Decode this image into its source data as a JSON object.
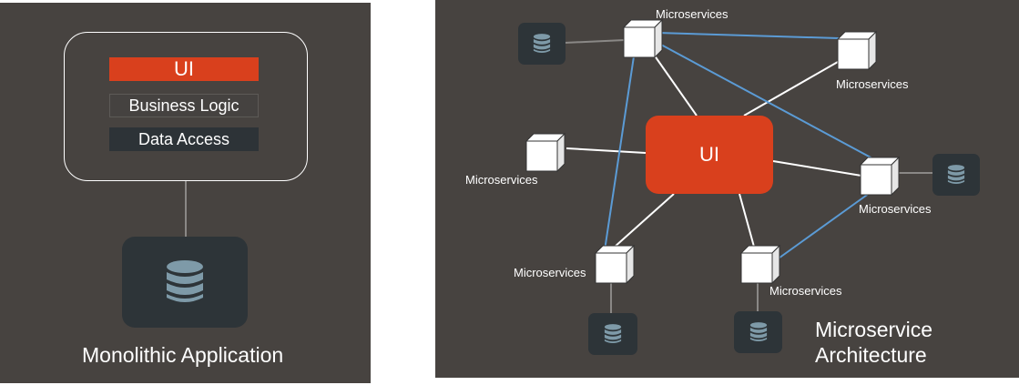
{
  "monolith": {
    "layers": {
      "ui": "UI",
      "business_logic": "Business Logic",
      "data_access": "Data Access"
    },
    "caption": "Monolithic Application",
    "database_icon": "database-stack-icon"
  },
  "microservice": {
    "ui": "UI",
    "caption_line1": "Microservice",
    "caption_line2": "Architecture",
    "service_label": "Microservices",
    "database_icon": "database-stack-icon"
  },
  "colors": {
    "panel": "#474340",
    "ui_accent": "#d9401d",
    "db_box": "#2d3438",
    "db_icon": "#7e9aa8",
    "connector_blue": "#5b9bd5",
    "connector_white": "#ffffff",
    "connector_gray": "#8a8886"
  }
}
